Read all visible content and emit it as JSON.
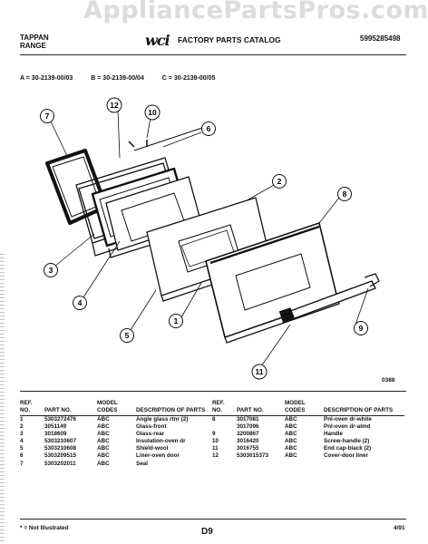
{
  "watermark": "AppliancePartsPros.com",
  "header": {
    "brand_line1": "TAPPAN",
    "brand_line2": "RANGE",
    "logo": "wci",
    "title": "FACTORY PARTS CATALOG",
    "catalog_number": "5995285498"
  },
  "model_codes": [
    "A = 30-2139-00/03",
    "B = 30-2139-00/04",
    "C = 30-2139-00/05"
  ],
  "figure_code": "0388",
  "callouts": [
    "1",
    "2",
    "3",
    "4",
    "5",
    "6",
    "7",
    "8",
    "9",
    "10",
    "11",
    "12"
  ],
  "table": {
    "headers": {
      "ref": "REF. NO.",
      "part": "PART NO.",
      "model": "MODEL CODES",
      "desc": "DESCRIPTION OF PARTS"
    },
    "left_rows": [
      {
        "ref": "1",
        "part": "5303272476",
        "model": "ABC",
        "desc": "Angle glass rtnr (2)"
      },
      {
        "ref": "2",
        "part": "3051149",
        "model": "ABC",
        "desc": "Glass-front"
      },
      {
        "ref": "3",
        "part": "3018609",
        "model": "ABC",
        "desc": "Glass-rear"
      },
      {
        "ref": "4",
        "part": "5303210607",
        "model": "ABC",
        "desc": "Insulation-oven dr"
      },
      {
        "ref": "5",
        "part": "5303210608",
        "model": "ABC",
        "desc": "Shield-wool"
      },
      {
        "ref": "6",
        "part": "5303209515",
        "model": "ABC",
        "desc": "Liner-oven door"
      },
      {
        "ref": "7",
        "part": "5303202011",
        "model": "ABC",
        "desc": "Seal"
      }
    ],
    "right_rows": [
      {
        "ref": "8",
        "part": "3017081",
        "model": "ABC",
        "desc": "Pnl-oven dr-white"
      },
      {
        "ref": "",
        "part": "3017096",
        "model": "ABC",
        "desc": "Pnl-oven dr-almd"
      },
      {
        "ref": "9",
        "part": "3200867",
        "model": "ABC",
        "desc": "Handle"
      },
      {
        "ref": "10",
        "part": "3016420",
        "model": "ABC",
        "desc": "Screw-handle (2)"
      },
      {
        "ref": "11",
        "part": "3016755",
        "model": "ABC",
        "desc": "End cap-black (2)"
      },
      {
        "ref": "12",
        "part": "5303015373",
        "model": "ABC",
        "desc": "Cover-door liner"
      }
    ]
  },
  "footer": {
    "note": "* = Not Illustrated",
    "page": "D9",
    "date": "4/91"
  }
}
